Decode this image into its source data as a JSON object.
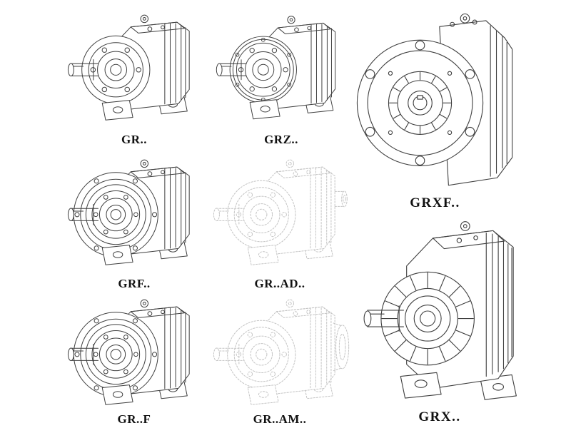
{
  "page": {
    "background": "#ffffff",
    "line_color": "#3f3f3f",
    "ghost_line_color": "#c4c4c4",
    "label_color": "#111111"
  },
  "cells": {
    "gr": {
      "label": "GR..",
      "art": "foot-mounted-gearbox-drawing",
      "render": "solid"
    },
    "grz": {
      "label": "GRZ..",
      "art": "foot-mounted-gearbox-bolt-ring-drawing",
      "render": "solid"
    },
    "grxf": {
      "label": "GRXF..",
      "art": "flange-mounted-gearbox-front-drawing",
      "render": "solid"
    },
    "grf": {
      "label": "GRF..",
      "art": "flange-gearbox-drawing",
      "render": "solid"
    },
    "grad": {
      "label": "GR..AD..",
      "art": "gearbox-with-input-adapter-drawing",
      "render": "ghost"
    },
    "grff": {
      "label": "GR..F",
      "art": "flange-gearbox-drawing",
      "render": "solid"
    },
    "gram": {
      "label": "GR..AM..",
      "art": "gearbox-with-adapter-flange-drawing",
      "render": "ghost"
    },
    "grx": {
      "label": "GRX..",
      "art": "large-foot-mounted-gearbox-drawing",
      "render": "solid"
    }
  }
}
